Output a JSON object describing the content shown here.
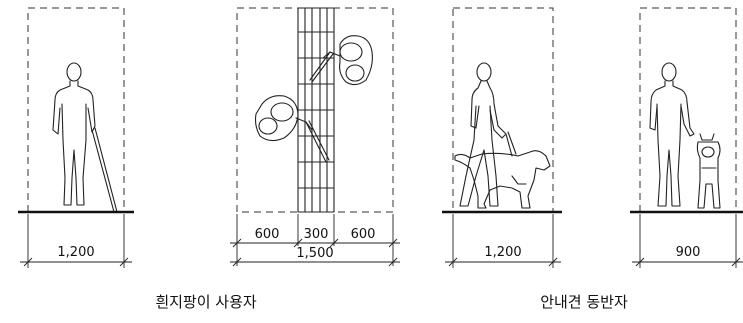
{
  "panels": [
    {
      "id": "cane-user",
      "dimension": "1,200"
    },
    {
      "id": "cane-pair",
      "dimensions": [
        "600",
        "300",
        "600"
      ],
      "total": "1,500"
    },
    {
      "id": "guide-dog",
      "dimension": "1,200"
    },
    {
      "id": "guide-dog-front",
      "dimension": "900"
    }
  ],
  "captions": {
    "left": "흰지팡이 사용자",
    "right": "안내견 동반자"
  }
}
